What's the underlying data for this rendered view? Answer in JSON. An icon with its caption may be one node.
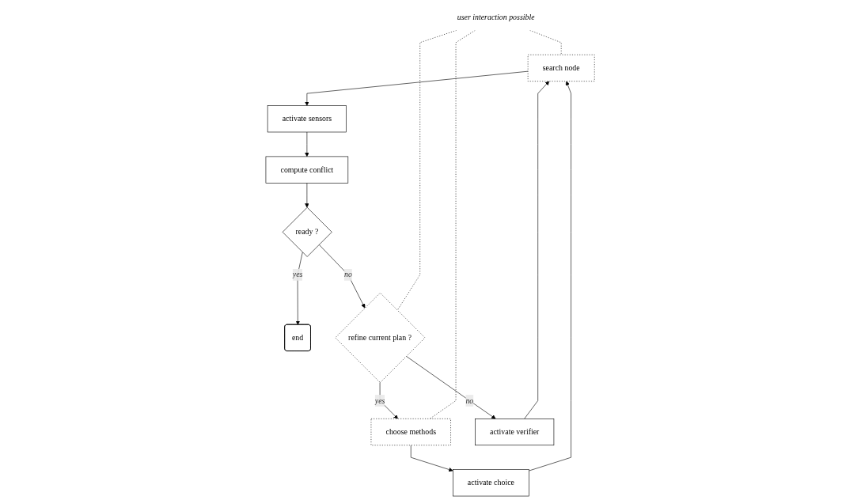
{
  "diagram": {
    "nodes": [
      {
        "text": [
          "search node"
        ]
      },
      {
        "text": [
          "activate sensors"
        ]
      },
      {
        "text": [
          "compute conflict"
        ]
      },
      {
        "text": [
          "ready ?"
        ]
      },
      {
        "text": [
          "end"
        ]
      },
      {
        "text": [
          "refine current plan ?"
        ]
      },
      {
        "text": [
          "choose methods"
        ]
      },
      {
        "text": [
          "activate verifier"
        ]
      },
      {
        "text": [
          "activate choice"
        ]
      },
      {
        "text": [
          "user interaction possible"
        ]
      }
    ],
    "edges": [
      {
        "from": 0,
        "to": 1,
        "arrow": "to"
      },
      {
        "from": 1,
        "to": 2,
        "arrow": "to"
      },
      {
        "from": 2,
        "to": 3,
        "arrow": "to"
      },
      {
        "from": 3,
        "to": 4,
        "arrow": "to",
        "label": "yes"
      },
      {
        "from": 3,
        "to": 5,
        "arrow": "to",
        "label": "no"
      },
      {
        "from": 5,
        "to": 6,
        "arrow": "to",
        "label": "yes"
      },
      {
        "from": 5,
        "to": 7,
        "arrow": "to",
        "label": "no"
      },
      {
        "from": 6,
        "to": 8,
        "arrow": "to"
      },
      {
        "from": 7,
        "to": 0,
        "arrow": "to"
      },
      {
        "from": 8,
        "to": 0,
        "arrow": "to"
      },
      {
        "from": 9,
        "to": 0,
        "arrow": "none",
        "style": "dashed"
      },
      {
        "from": 9,
        "to": 5,
        "arrow": "none",
        "style": "dashed"
      },
      {
        "from": 9,
        "to": 6,
        "arrow": "none",
        "style": "dashed"
      }
    ]
  }
}
